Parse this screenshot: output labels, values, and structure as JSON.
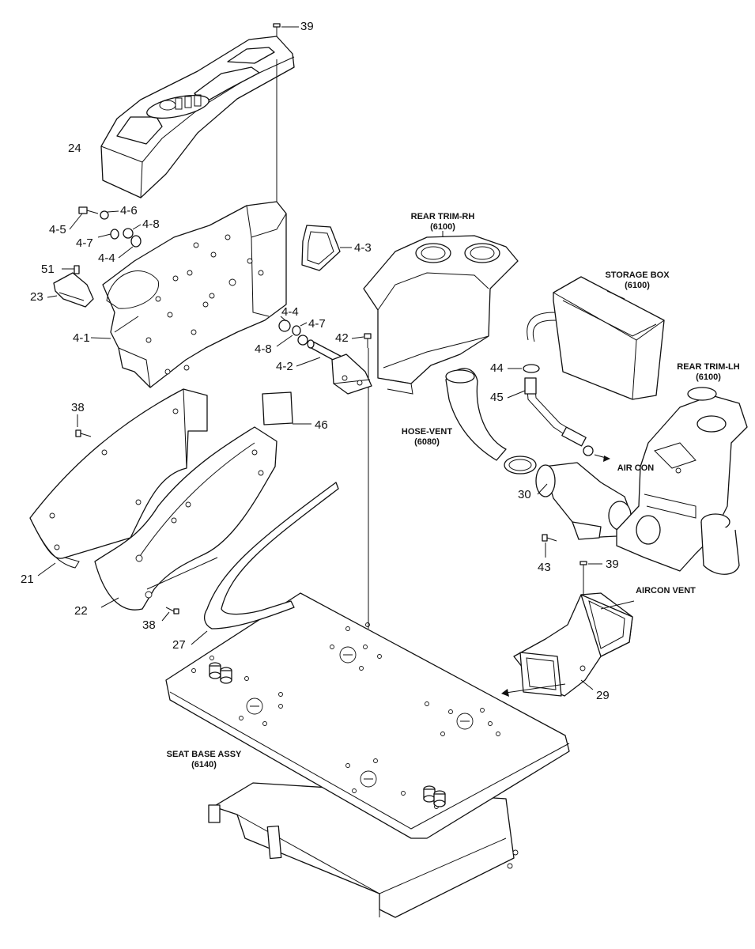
{
  "callouts": {
    "c39a": "39",
    "c24": "24",
    "c4_6": "4-6",
    "c4_5": "4-5",
    "c4_8a": "4-8",
    "c4_7a": "4-7",
    "c4_4a": "4-4",
    "c4_3": "4-3",
    "c51": "51",
    "c23": "23",
    "c4_4b": "4-4",
    "c4_7b": "4-7",
    "c42": "42",
    "c4_1": "4-1",
    "c4_8b": "4-8",
    "c4_2": "4-2",
    "c38a": "38",
    "c46": "46",
    "c21": "21",
    "c22": "22",
    "c38b": "38",
    "c27": "27",
    "c44": "44",
    "c45": "45",
    "c30": "30",
    "c43": "43",
    "c39b": "39",
    "c29": "29"
  },
  "references": {
    "rear_trim_rh": {
      "name": "REAR TRIM-RH",
      "code": "(6100)"
    },
    "storage_box": {
      "name": "STORAGE BOX",
      "code": "(6100)"
    },
    "rear_trim_lh": {
      "name": "REAR TRIM-LH",
      "code": "(6100)"
    },
    "hose_vent": {
      "name": "HOSE-VENT",
      "code": "(6080)"
    },
    "air_con": {
      "name": "AIR CON"
    },
    "aircon_vent": {
      "name": "AIRCON VENT"
    },
    "seat_base": {
      "name": "SEAT BASE ASSY",
      "code": "(6140)"
    }
  }
}
